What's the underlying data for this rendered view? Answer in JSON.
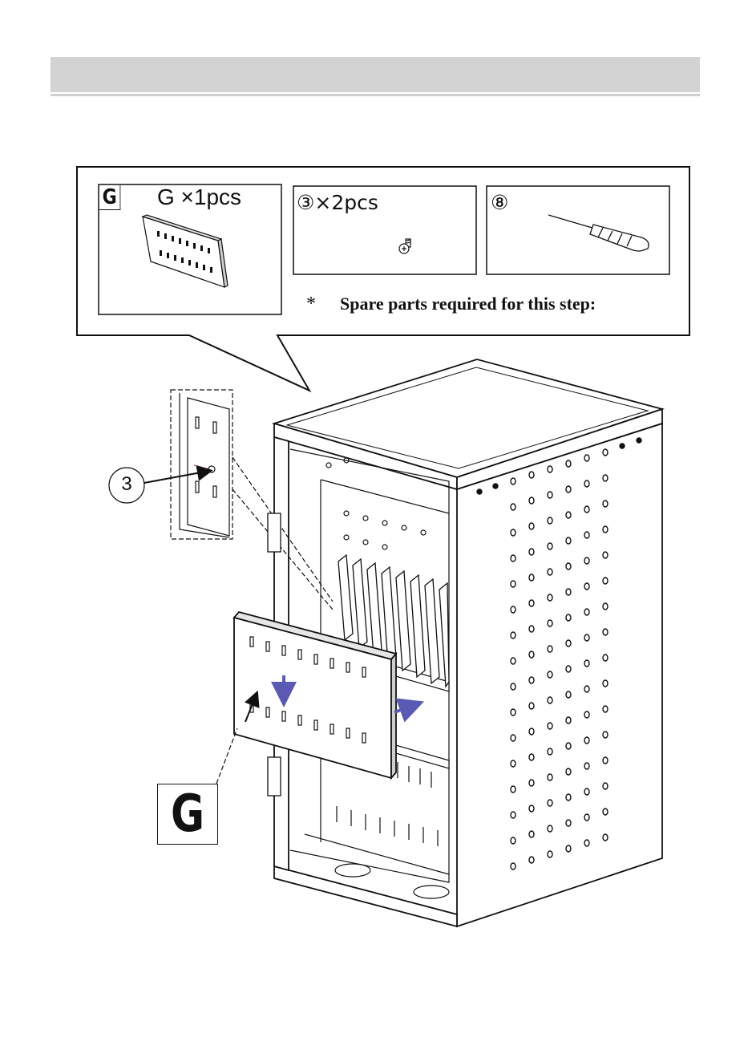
{
  "parts_panel": {
    "part_g": {
      "badge": "G",
      "quantity": "G ×1pcs"
    },
    "screw": {
      "quantity": "③×2pcs"
    },
    "tool": {
      "number": "⑧"
    },
    "spare_note": {
      "marker": "*",
      "text": "Spare parts required for this step:"
    }
  },
  "diagram": {
    "detail_callout": "3",
    "part_label": "G"
  },
  "colors": {
    "header_bar": "#d3d3d3",
    "arrow_blue": "#5a5ab4",
    "line": "#111111"
  },
  "icons": [
    "shelf-panel-icon",
    "screw-icon",
    "screwdriver-icon",
    "arrow-down-icon",
    "arrow-right-icon"
  ]
}
